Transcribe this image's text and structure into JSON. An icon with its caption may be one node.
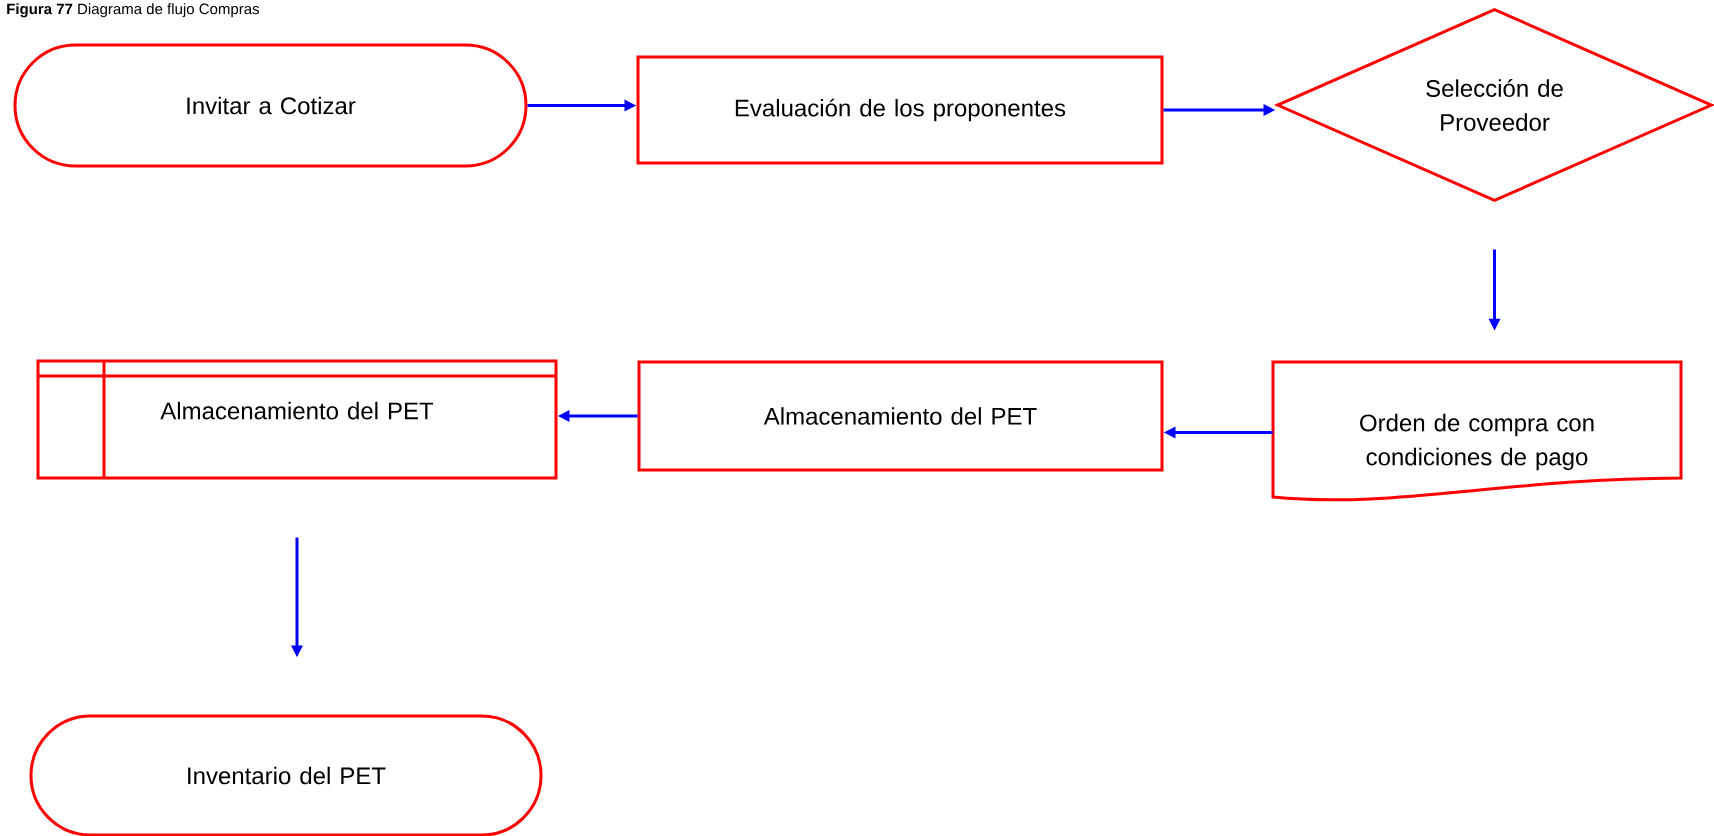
{
  "diagram": {
    "title": "**Figura 77** Diagrama de flujo Compras",
    "nodes": [
      {
        "text": [
          "Invitar a Cotizar"
        ]
      },
      {
        "text": [
          "Evaluación de los proponentes"
        ]
      },
      {
        "text": [
          "Selección de Proveedor"
        ]
      },
      {
        "text": [
          "Orden de compra con condiciones de pago"
        ]
      },
      {
        "text": [
          "Almacenamiento del PET"
        ]
      },
      {
        "text": [
          "Almacenamiento del PET"
        ]
      },
      {
        "text": [
          "Inventario del PET"
        ]
      }
    ],
    "edges": [
      {
        "from": 0,
        "to": 1,
        "arrow": "to"
      },
      {
        "from": 1,
        "to": 2,
        "arrow": "to"
      },
      {
        "from": 2,
        "to": 3,
        "arrow": "to"
      },
      {
        "from": 3,
        "to": 4,
        "arrow": "to"
      },
      {
        "from": 4,
        "to": 5,
        "arrow": "to"
      },
      {
        "from": 5,
        "to": 6,
        "arrow": "to"
      }
    ]
  }
}
